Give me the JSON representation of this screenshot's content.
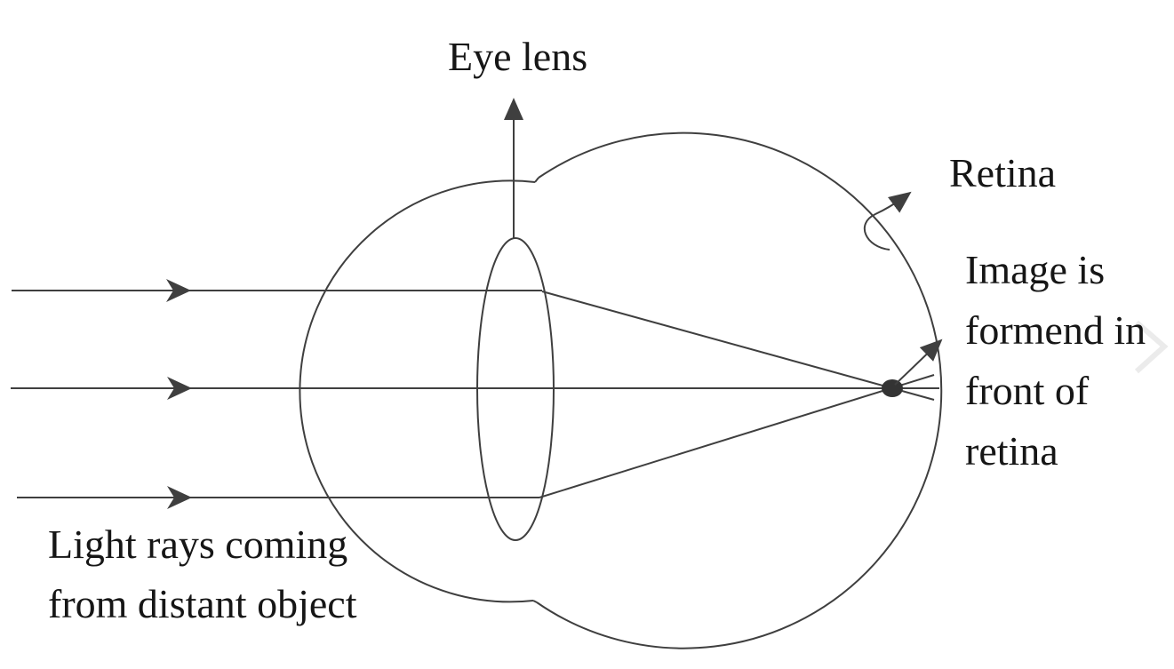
{
  "labels": {
    "eye_lens": "Eye lens",
    "retina": "Retina",
    "image_note": {
      "lines": [
        "Image is",
        "formend in",
        "front of",
        "retina"
      ]
    },
    "light_rays_note": {
      "lines": [
        "Light rays coming",
        "from distant object"
      ]
    }
  },
  "colors": {
    "background": "#ffffff",
    "line": "#3f3f3f",
    "arrowhead_fill": "#3f3f3f",
    "focal_dot": "#333333",
    "text": "#161616",
    "watermark_chevron": "#ebebeb"
  },
  "icons": {
    "ray_arrowhead": "right-barb-triangle-icon",
    "pointer_arrowhead": "filled-triangle-icon",
    "watermark": "chevron-right-icon"
  }
}
